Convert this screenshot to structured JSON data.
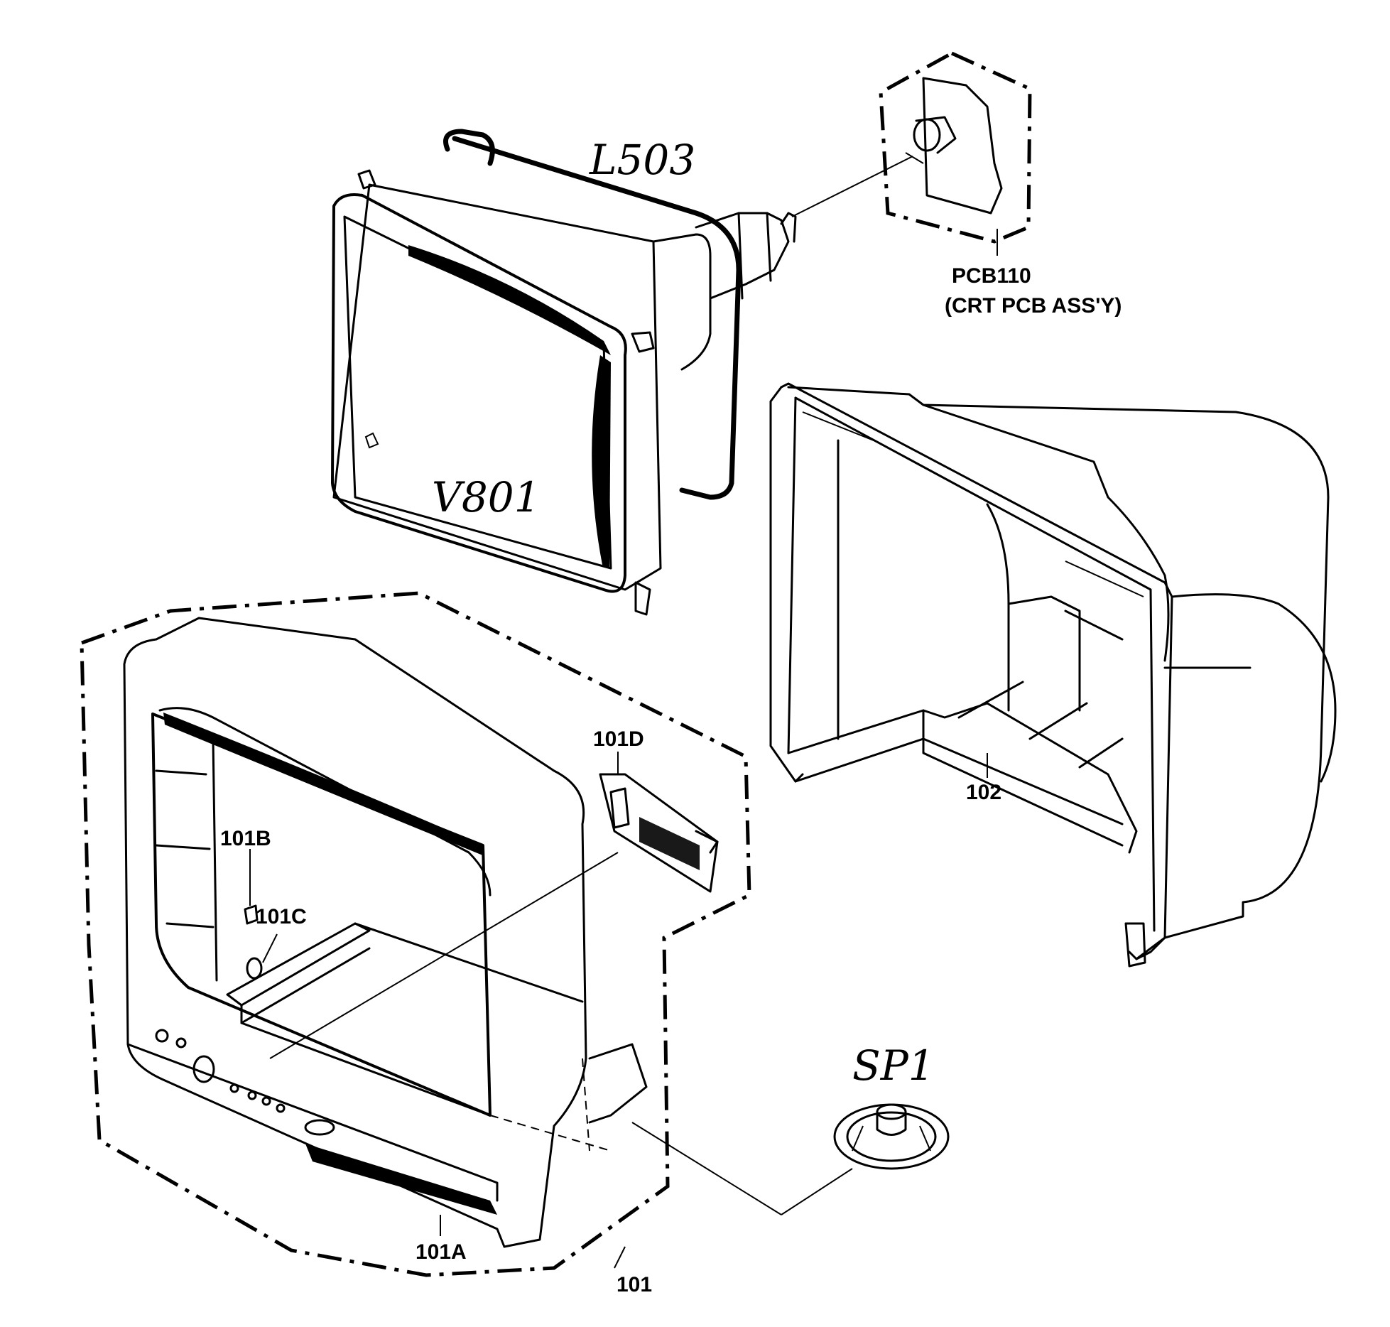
{
  "labels": {
    "crt_coil": "L503",
    "crt_tube": "V801",
    "crt_pcb_code": "PCB110",
    "crt_pcb_name": "(CRT PCB ASS'Y)",
    "front_cabinet": "101",
    "front_grille": "101A",
    "front_part_b": "101B",
    "front_part_c": "101C",
    "front_part_d": "101D",
    "back_cabinet": "102",
    "speaker": "SP1"
  }
}
